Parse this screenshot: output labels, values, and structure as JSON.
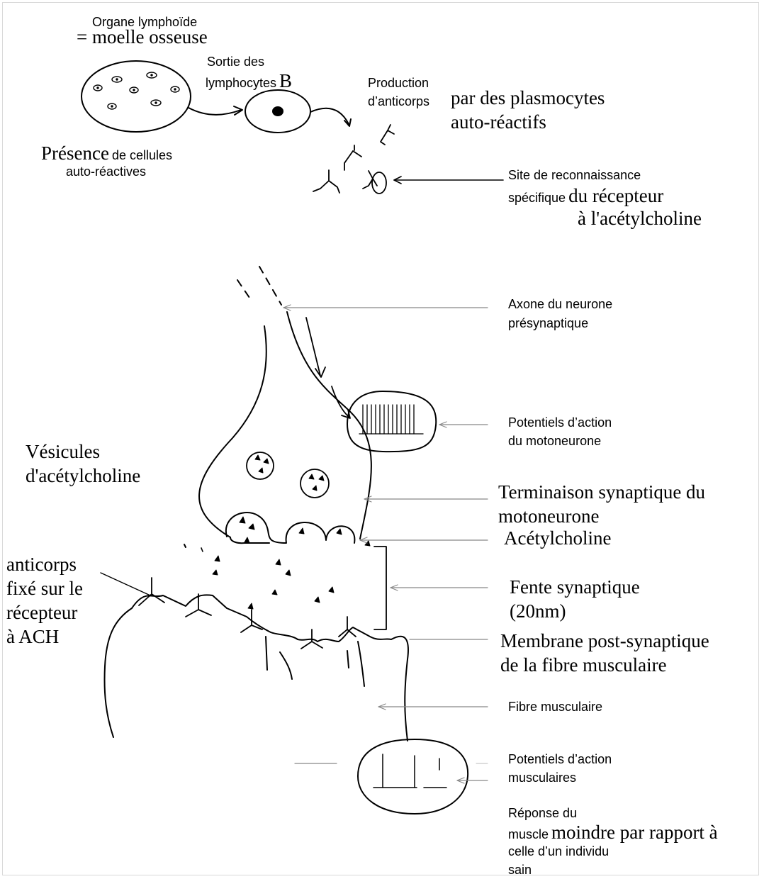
{
  "lymphoid": {
    "line1": "Organe lymphoïde",
    "line2": "= moelle osseuse"
  },
  "presence": {
    "big": "Présence",
    "small": "de cellules",
    "line2": "auto-réactives"
  },
  "sortie": {
    "line1": "Sortie des",
    "line2": "lymphocytes",
    "letter": "B"
  },
  "production": {
    "line1": "Production",
    "line2": "d’anticorps",
    "serif1": "par des plasmocytes",
    "serif2": "auto-réactifs"
  },
  "site": {
    "line1": "Site de reconnaissance",
    "line2a": "spécifique",
    "line2b": "du récepteur",
    "line3": "à l'acétylcholine"
  },
  "axone": {
    "line1": "Axone du neurone",
    "line2": "présynaptique"
  },
  "pa_moto": {
    "line1": "Potentiels d’action",
    "line2": "du motoneurone"
  },
  "vesicules": {
    "line1": "Vésicules",
    "line2": "d'acétylcholine"
  },
  "terminaison": {
    "line1": "Terminaison synaptique du",
    "line2": "motoneurone"
  },
  "ach": "Acétylcholine",
  "anticorps_fixe": {
    "line1": "anticorps",
    "line2": "fixé sur le",
    "line3": "récepteur",
    "line4": "à ACH"
  },
  "fente": {
    "line1": "Fente synaptique",
    "line2": "(20nm)"
  },
  "membrane": {
    "line1": "Membrane post-synaptique",
    "line2": "de la fibre musculaire"
  },
  "fibre": "Fibre musculaire",
  "pa_musc": {
    "line1": "Potentiels d’action",
    "line2": "musculaires"
  },
  "reponse": {
    "line1": "Réponse du",
    "line2a": "muscle",
    "line2b": "moindre par rapport à",
    "line3": "celle d’un individu",
    "line4": "sain"
  }
}
